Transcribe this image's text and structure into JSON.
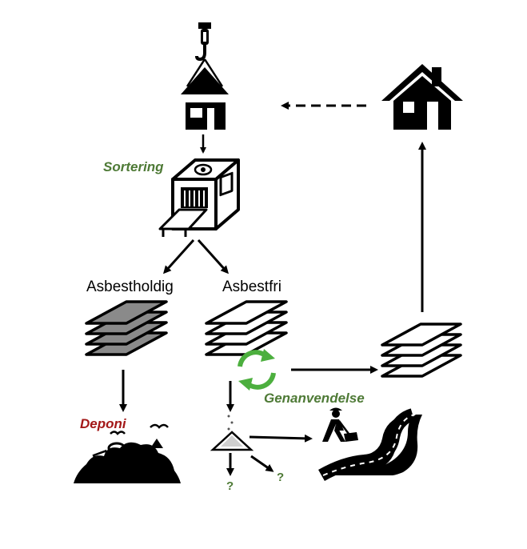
{
  "labels": {
    "sortering": "Sortering",
    "asbestholdig": "Asbestholdig",
    "asbestfri": "Asbestfri",
    "genanvendelse": "Genanvendelse",
    "deponi": "Deponi",
    "question_down": "?",
    "question_right": "?"
  },
  "colors": {
    "sortering": "#4e7a36",
    "genanvendelse": "#4e7a36",
    "deponi": "#a31818",
    "recycle": "#4caf3e",
    "contaminated_sheet": "#8a8a8a",
    "ink": "#000000"
  },
  "icons": [
    "crane-hook-icon",
    "demolition-house-icon",
    "house-icon",
    "sorting-machine-icon",
    "asbestos-stack-icon",
    "clean-stack-icon",
    "recycle-icon",
    "recycled-stack-icon",
    "landfill-icon",
    "crushed-pile-icon",
    "road-worker-icon",
    "road-icon"
  ]
}
